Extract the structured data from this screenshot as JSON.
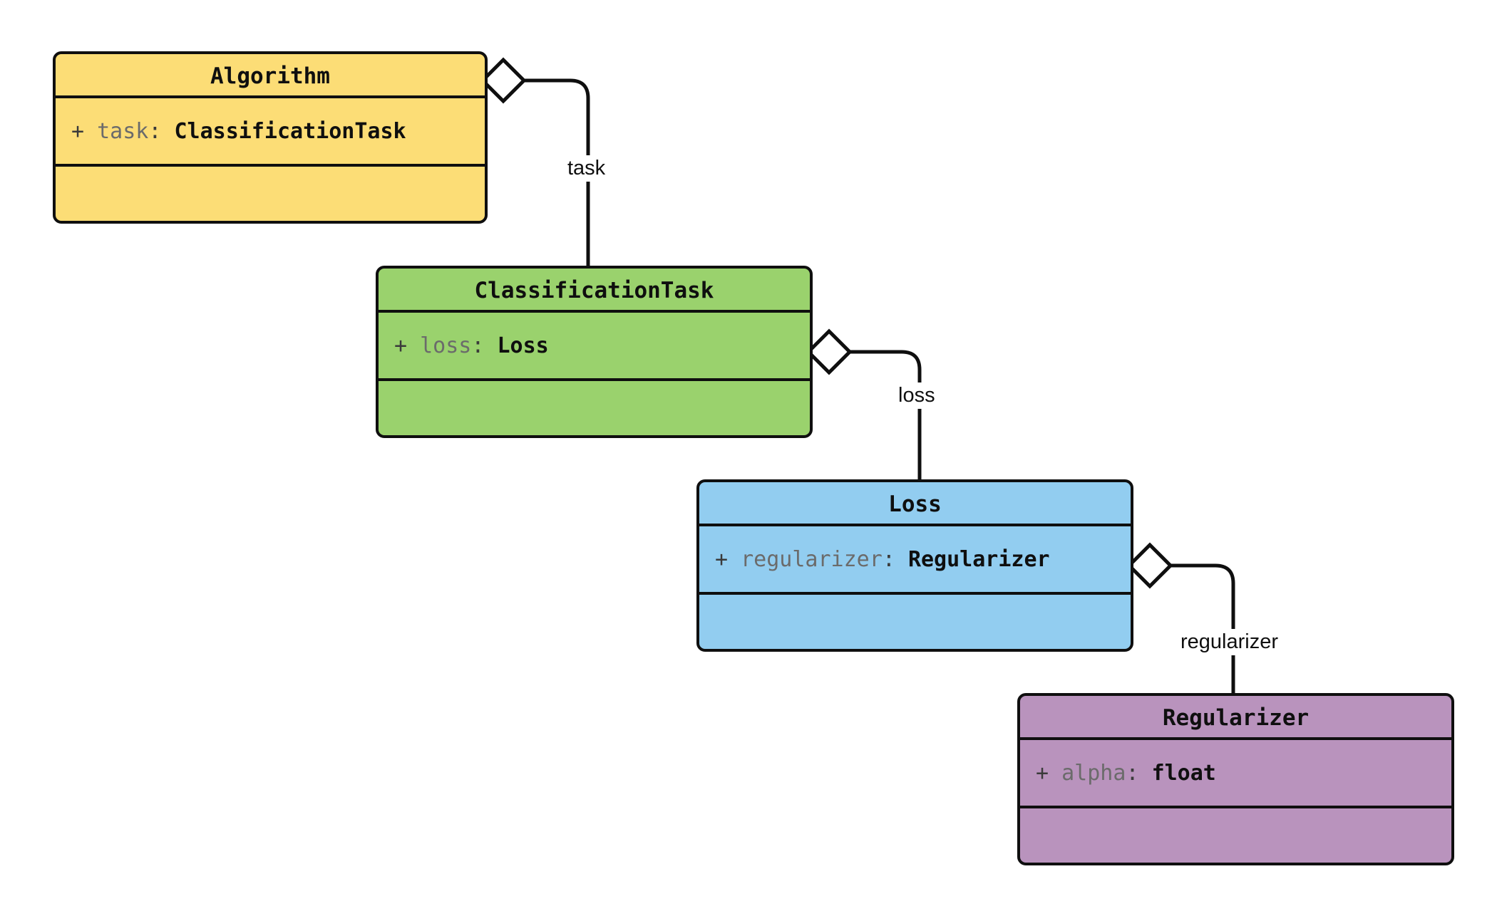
{
  "diagram": {
    "kind": "uml-class-diagram",
    "background": "#ffffff",
    "stroke": "#0f0f0f",
    "classes": [
      {
        "id": "algorithm",
        "name": "Algorithm",
        "fill": "#fcdd76",
        "attributes": [
          {
            "visibility": "+",
            "name": "task",
            "separator": ":",
            "type": "ClassificationTask"
          }
        ],
        "methods": []
      },
      {
        "id": "classificationtask",
        "name": "ClassificationTask",
        "fill": "#9ad26d",
        "attributes": [
          {
            "visibility": "+",
            "name": "loss",
            "separator": ":",
            "type": "Loss"
          }
        ],
        "methods": []
      },
      {
        "id": "loss",
        "name": "Loss",
        "fill": "#92cdf0",
        "attributes": [
          {
            "visibility": "+",
            "name": "regularizer",
            "separator": ":",
            "type": "Regularizer"
          }
        ],
        "methods": []
      },
      {
        "id": "regularizer",
        "name": "Regularizer",
        "fill": "#b993bd",
        "attributes": [
          {
            "visibility": "+",
            "name": "alpha",
            "separator": ":",
            "type": "float"
          }
        ],
        "methods": []
      }
    ],
    "relations": [
      {
        "id": "task",
        "type": "aggregation",
        "source": "Algorithm",
        "target": "ClassificationTask",
        "label": "task",
        "marker": "open-diamond"
      },
      {
        "id": "loss",
        "type": "aggregation",
        "source": "ClassificationTask",
        "target": "Loss",
        "label": "loss",
        "marker": "open-diamond"
      },
      {
        "id": "regularizer",
        "type": "aggregation",
        "source": "Loss",
        "target": "Regularizer",
        "label": "regularizer",
        "marker": "open-diamond"
      }
    ]
  }
}
